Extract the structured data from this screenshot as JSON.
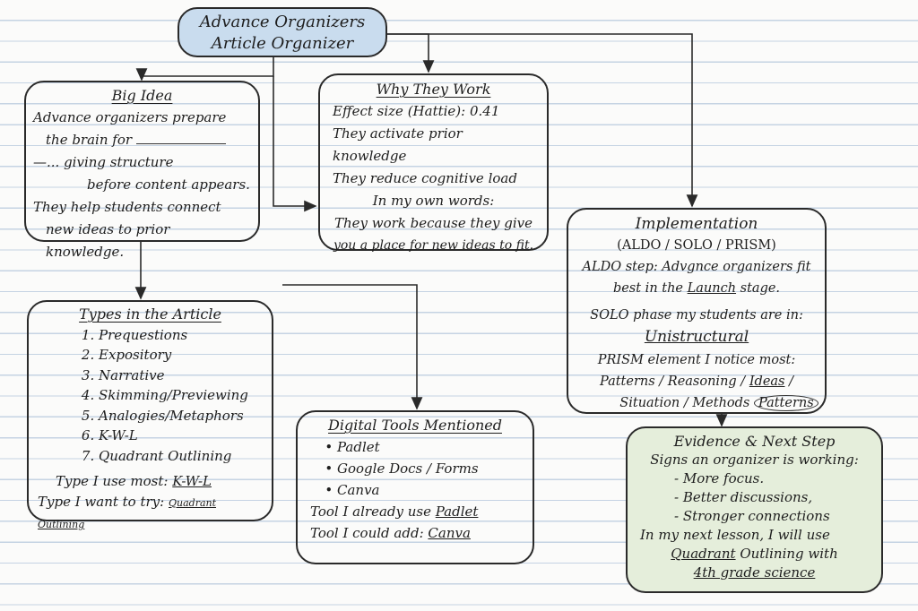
{
  "title": {
    "line1": "Advance Organizers",
    "line2": "Article Organizer"
  },
  "big_idea": {
    "heading": "Big Idea",
    "line1": "Advance organizers prepare",
    "line2": "the brain for",
    "line3": "—... giving structure",
    "line4": "before content appears.",
    "line5": "They help students connect",
    "line6": "new ideas to prior knowledge."
  },
  "why": {
    "heading": "Why They Work",
    "effect": "Effect size (Hattie): 0.41",
    "l1": "They activate prior knowledge",
    "l2": "They reduce cognitive load",
    "own": "In my own words:",
    "own1": "They work because they give",
    "own2": "you a place for new ideas to fit."
  },
  "impl": {
    "heading": "Implementation",
    "sub": "(ALDO / SOLO / PRISM)",
    "aldo1": "ALDO step: Advgnce organizers fit",
    "aldo2a": "best in the",
    "aldo2b": "Launch",
    "aldo2c": "stage.",
    "solo1": "SOLO phase my students are in:",
    "solo2": "Unistructural",
    "prism1": "PRISM element I notice most:",
    "prism2a": "Patterns / Reasoning / ",
    "prism2b": "Ideas",
    "prism2c": " /",
    "prism3": "Situation / Methods",
    "prism_answer": "Patterns"
  },
  "types": {
    "heading": "Types in the Article",
    "items": [
      "Prequestions",
      "Expository",
      "Narrative",
      "Skimming/Previewing",
      "Analogies/Metaphors",
      "K-W-L",
      "Quadrant Outlining"
    ],
    "most_label": "Type I use most:",
    "most_value": "K-W-L",
    "try_label": "Type I want to try:",
    "try_value": "Quadrant Outlining"
  },
  "tools": {
    "heading": "Digital Tools Mentioned",
    "items": [
      "Padlet",
      "Google Docs / Forms",
      "Canva"
    ],
    "use_label": "Tool I already use",
    "use_value": "Padlet",
    "add_label": "Tool I could add:",
    "add_value": "Canva"
  },
  "evidence": {
    "heading": "Evidence & Next Step",
    "signs": "Signs an organizer is working:",
    "s1": "- More focus.",
    "s2": "- Better discussions,",
    "s3": "- Stronger connections",
    "next": "In my next lesson, I will use",
    "n1a": "Quadrant",
    "n1b": " Outlining with",
    "n2": "4th grade science"
  },
  "colors": {
    "title_fill": "#c9dcee",
    "evidence_fill": "#e5eedb",
    "ink": "#1e1e1e",
    "lines": "#c5d3e3"
  }
}
